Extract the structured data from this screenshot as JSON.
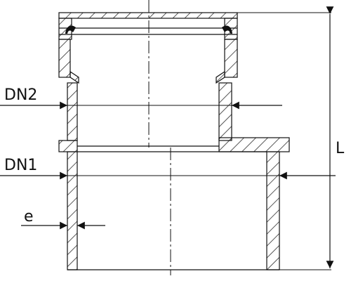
{
  "labels": {
    "dn2": "DN2",
    "dn1": "DN1",
    "e": "e",
    "length": "L"
  },
  "colors": {
    "line": "#111111",
    "hatch": "#222222",
    "centerline": "#111111",
    "background": "#ffffff"
  }
}
